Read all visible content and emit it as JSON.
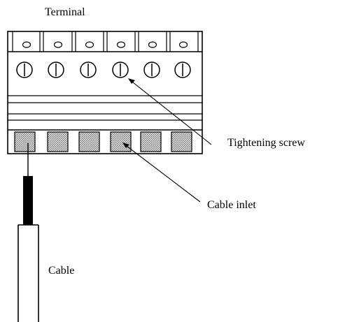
{
  "labels": {
    "terminal": "Terminal",
    "tightening_screw": "Tightening screw",
    "cable_inlet": "Cable inlet",
    "cable": "Cable"
  },
  "terminal_block": {
    "pole_count": 6
  },
  "colors": {
    "line": "#000000",
    "inlet_fill": "#b8b8b8",
    "background": "#ffffff"
  }
}
